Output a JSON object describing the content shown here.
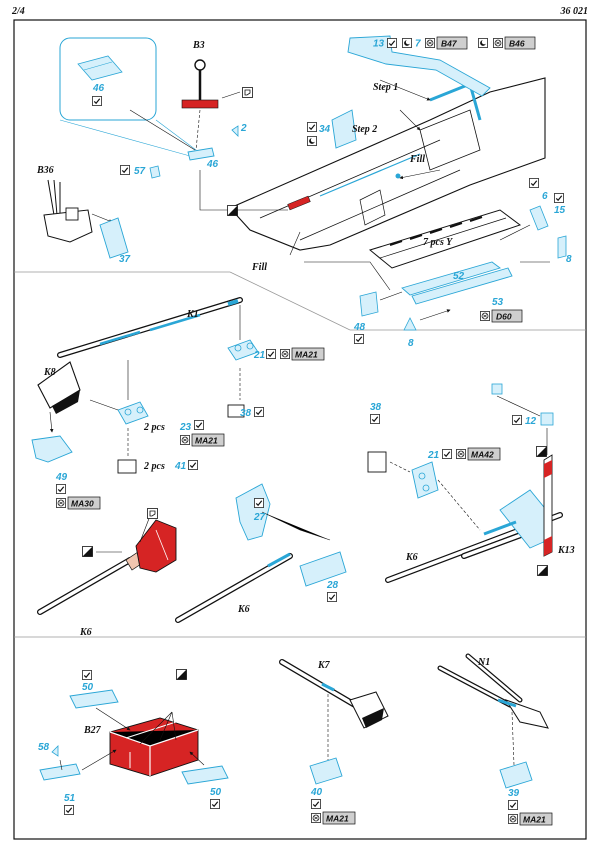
{
  "header": {
    "page": "2/4",
    "set": "36 021"
  },
  "colors": {
    "part_blue": "#2aa6d6",
    "part_fill": "#d6f0fb",
    "red": "#d62424",
    "line": "#111111",
    "code_bg": "#cfcfcf"
  },
  "steps": {
    "step1": "Step 1",
    "step2": "Step 2"
  },
  "notes": {
    "fill_a": "Fill",
    "fill_b": "Fill",
    "pcs_y": "7 pcs Y",
    "two_pcs_a": "2 pcs",
    "two_pcs_b": "2 pcs"
  },
  "kit_parts": {
    "b3": "B3",
    "b36": "B36",
    "k1": "K1",
    "k8": "K8",
    "k6a": "K6",
    "k6b": "K6",
    "k6c": "K6",
    "k13": "K13",
    "b27": "B27",
    "k7": "K7",
    "n1": "N1"
  },
  "pe_parts": {
    "p13": "13",
    "p7": "7",
    "p46a": "46",
    "p46b": "46",
    "p2": "2",
    "p57": "57",
    "p34": "34",
    "p37": "37",
    "p6": "6",
    "p15": "15",
    "p8a": "8",
    "p8b": "8",
    "p52": "52",
    "p53": "53",
    "p48": "48",
    "p21a": "21",
    "p38a": "38",
    "p23": "23",
    "p41": "41",
    "p49": "49",
    "p27": "27",
    "p28": "28",
    "p38b": "38",
    "p21b": "21",
    "p12": "12",
    "p50a": "50",
    "p50b": "50",
    "p58": "58",
    "p51": "51",
    "p40": "40",
    "p39": "39"
  },
  "codes": {
    "b47": "B47",
    "b46": "B46",
    "d60": "D60",
    "ma21a": "MA21",
    "ma21b": "MA21",
    "ma30": "MA30",
    "ma42": "MA42",
    "ma21c": "MA21",
    "ma21d": "MA21"
  },
  "icons": [
    "check-bend-icon",
    "half-moon-icon",
    "paint-code-icon",
    "remove-part-icon",
    "paint-symbol-icon"
  ]
}
